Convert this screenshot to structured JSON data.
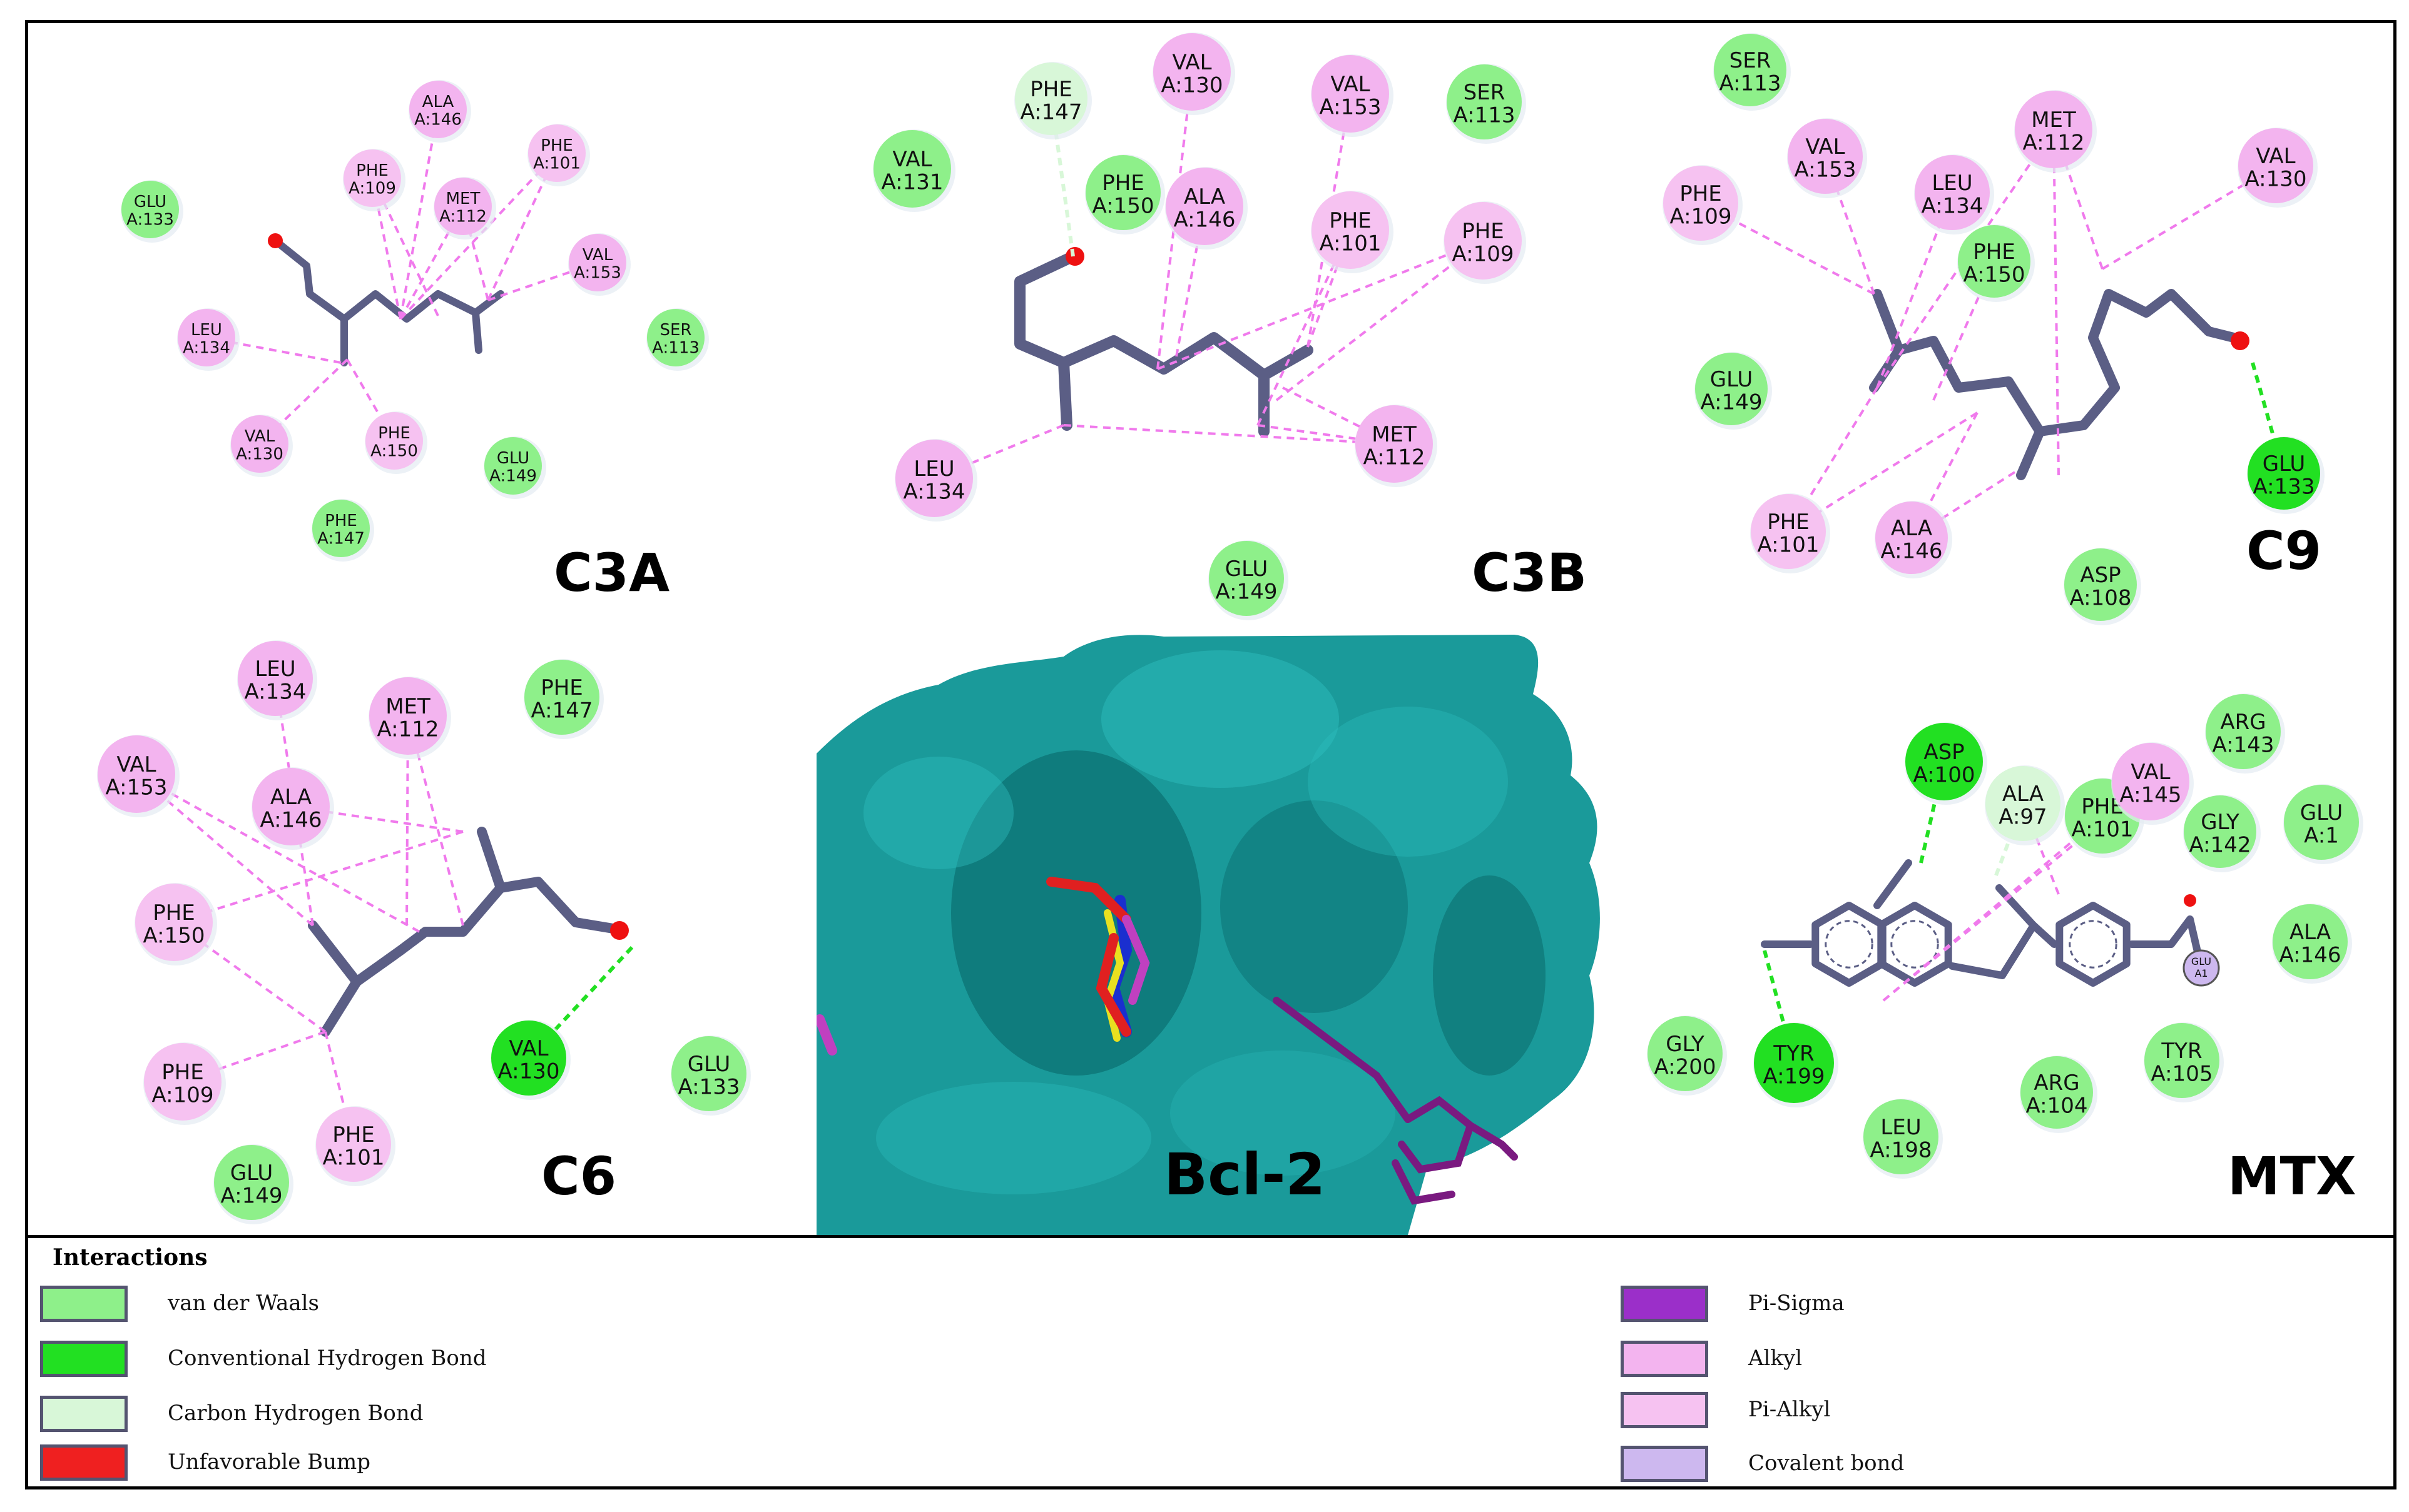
{
  "colors": {
    "vdw": "#8ef08a",
    "conv_hbond": "#22e022",
    "carbon_hbond": "#d8f7d8",
    "unfavorable": "#ef2020",
    "pi_sigma": "#9b2fc9",
    "alkyl": "#f3b4ef",
    "pi_alkyl": "#f6c2f1",
    "covalent": "#cdb8ef",
    "ligand": "#5b5e85",
    "surface": "#1a9a9a"
  },
  "panels": {
    "c3a": {
      "label": "C3A"
    },
    "c3b": {
      "label": "C3B"
    },
    "c9": {
      "label": "C9"
    },
    "c6": {
      "label": "C6"
    },
    "bcl2": {
      "label": "Bcl-2"
    },
    "mtx": {
      "label": "MTX"
    }
  },
  "residues": {
    "c3a": [
      {
        "id": "glu133",
        "name": "GLU",
        "num": "A:133",
        "type": "vdw"
      },
      {
        "id": "ala146",
        "name": "ALA",
        "num": "A:146",
        "type": "alkyl"
      },
      {
        "id": "phe109",
        "name": "PHE",
        "num": "A:109",
        "type": "pi_alkyl"
      },
      {
        "id": "phe101",
        "name": "PHE",
        "num": "A:101",
        "type": "pi_alkyl"
      },
      {
        "id": "met112",
        "name": "MET",
        "num": "A:112",
        "type": "alkyl"
      },
      {
        "id": "val153",
        "name": "VAL",
        "num": "A:153",
        "type": "alkyl"
      },
      {
        "id": "ser113",
        "name": "SER",
        "num": "A:113",
        "type": "vdw"
      },
      {
        "id": "leu134",
        "name": "LEU",
        "num": "A:134",
        "type": "alkyl"
      },
      {
        "id": "val130",
        "name": "VAL",
        "num": "A:130",
        "type": "alkyl"
      },
      {
        "id": "phe150",
        "name": "PHE",
        "num": "A:150",
        "type": "pi_alkyl"
      },
      {
        "id": "glu149",
        "name": "GLU",
        "num": "A:149",
        "type": "vdw"
      },
      {
        "id": "phe147",
        "name": "PHE",
        "num": "A:147",
        "type": "vdw"
      }
    ],
    "c3b": [
      {
        "id": "phe147",
        "name": "PHE",
        "num": "A:147",
        "type": "carbon_hbond"
      },
      {
        "id": "val130",
        "name": "VAL",
        "num": "A:130",
        "type": "alkyl"
      },
      {
        "id": "val153",
        "name": "VAL",
        "num": "A:153",
        "type": "alkyl"
      },
      {
        "id": "ser113",
        "name": "SER",
        "num": "A:113",
        "type": "vdw"
      },
      {
        "id": "val131",
        "name": "VAL",
        "num": "A:131",
        "type": "vdw"
      },
      {
        "id": "phe150",
        "name": "PHE",
        "num": "A:150",
        "type": "vdw"
      },
      {
        "id": "ala146",
        "name": "ALA",
        "num": "A:146",
        "type": "alkyl"
      },
      {
        "id": "phe101",
        "name": "PHE",
        "num": "A:101",
        "type": "pi_alkyl"
      },
      {
        "id": "phe109",
        "name": "PHE",
        "num": "A:109",
        "type": "pi_alkyl"
      },
      {
        "id": "met112",
        "name": "MET",
        "num": "A:112",
        "type": "alkyl"
      },
      {
        "id": "leu134",
        "name": "LEU",
        "num": "A:134",
        "type": "alkyl"
      },
      {
        "id": "glu149",
        "name": "GLU",
        "num": "A:149",
        "type": "vdw"
      }
    ],
    "c9": [
      {
        "id": "ser113",
        "name": "SER",
        "num": "A:113",
        "type": "vdw"
      },
      {
        "id": "met112",
        "name": "MET",
        "num": "A:112",
        "type": "alkyl"
      },
      {
        "id": "val153",
        "name": "VAL",
        "num": "A:153",
        "type": "alkyl"
      },
      {
        "id": "phe109",
        "name": "PHE",
        "num": "A:109",
        "type": "pi_alkyl"
      },
      {
        "id": "leu134",
        "name": "LEU",
        "num": "A:134",
        "type": "alkyl"
      },
      {
        "id": "val130",
        "name": "VAL",
        "num": "A:130",
        "type": "alkyl"
      },
      {
        "id": "phe150",
        "name": "PHE",
        "num": "A:150",
        "type": "vdw"
      },
      {
        "id": "glu149",
        "name": "GLU",
        "num": "A:149",
        "type": "vdw"
      },
      {
        "id": "glu133",
        "name": "GLU",
        "num": "A:133",
        "type": "conv_hbond"
      },
      {
        "id": "phe101",
        "name": "PHE",
        "num": "A:101",
        "type": "pi_alkyl"
      },
      {
        "id": "ala146",
        "name": "ALA",
        "num": "A:146",
        "type": "alkyl"
      },
      {
        "id": "asp108",
        "name": "ASP",
        "num": "A:108",
        "type": "vdw"
      }
    ],
    "c6": [
      {
        "id": "leu134",
        "name": "LEU",
        "num": "A:134",
        "type": "alkyl"
      },
      {
        "id": "met112",
        "name": "MET",
        "num": "A:112",
        "type": "alkyl"
      },
      {
        "id": "phe147",
        "name": "PHE",
        "num": "A:147",
        "type": "vdw"
      },
      {
        "id": "val153",
        "name": "VAL",
        "num": "A:153",
        "type": "alkyl"
      },
      {
        "id": "ala146",
        "name": "ALA",
        "num": "A:146",
        "type": "alkyl"
      },
      {
        "id": "phe150",
        "name": "PHE",
        "num": "A:150",
        "type": "pi_alkyl"
      },
      {
        "id": "val130",
        "name": "VAL",
        "num": "A:130",
        "type": "conv_hbond"
      },
      {
        "id": "glu133",
        "name": "GLU",
        "num": "A:133",
        "type": "vdw"
      },
      {
        "id": "phe109",
        "name": "PHE",
        "num": "A:109",
        "type": "pi_alkyl"
      },
      {
        "id": "phe101",
        "name": "PHE",
        "num": "A:101",
        "type": "pi_alkyl"
      },
      {
        "id": "glu149",
        "name": "GLU",
        "num": "A:149",
        "type": "vdw"
      }
    ],
    "mtx": [
      {
        "id": "asp100",
        "name": "ASP",
        "num": "A:100",
        "type": "conv_hbond"
      },
      {
        "id": "arg143",
        "name": "ARG",
        "num": "A:143",
        "type": "vdw"
      },
      {
        "id": "ala97",
        "name": "ALA",
        "num": "A:97",
        "type": "carbon_hbond"
      },
      {
        "id": "phe101",
        "name": "PHE",
        "num": "A:101",
        "type": "vdw"
      },
      {
        "id": "val145",
        "name": "VAL",
        "num": "A:145",
        "type": "alkyl"
      },
      {
        "id": "gly142",
        "name": "GLY",
        "num": "A:142",
        "type": "vdw"
      },
      {
        "id": "glu1",
        "name": "GLU",
        "num": "A:1",
        "type": "vdw"
      },
      {
        "id": "ala146",
        "name": "ALA",
        "num": "A:146",
        "type": "vdw"
      },
      {
        "id": "gly200",
        "name": "GLY",
        "num": "A:200",
        "type": "vdw"
      },
      {
        "id": "tyr199",
        "name": "TYR",
        "num": "A:199",
        "type": "conv_hbond"
      },
      {
        "id": "arg104",
        "name": "ARG",
        "num": "A:104",
        "type": "vdw"
      },
      {
        "id": "tyr105",
        "name": "TYR",
        "num": "A:105",
        "type": "vdw"
      },
      {
        "id": "leu198",
        "name": "LEU",
        "num": "A:198",
        "type": "vdw"
      }
    ]
  },
  "mtx_covalent_label": {
    "name": "GLU",
    "num": "A1"
  },
  "legend": {
    "title": "Interactions",
    "items": [
      {
        "label": "van der Waals",
        "type": "vdw"
      },
      {
        "label": "Conventional Hydrogen Bond",
        "type": "conv_hbond"
      },
      {
        "label": "Carbon Hydrogen Bond",
        "type": "carbon_hbond"
      },
      {
        "label": "Unfavorable Bump",
        "type": "unfavorable"
      },
      {
        "label": "Pi-Sigma",
        "type": "pi_sigma"
      },
      {
        "label": "Alkyl",
        "type": "alkyl"
      },
      {
        "label": "Pi-Alkyl",
        "type": "pi_alkyl"
      },
      {
        "label": "Covalent bond",
        "type": "covalent"
      }
    ]
  }
}
